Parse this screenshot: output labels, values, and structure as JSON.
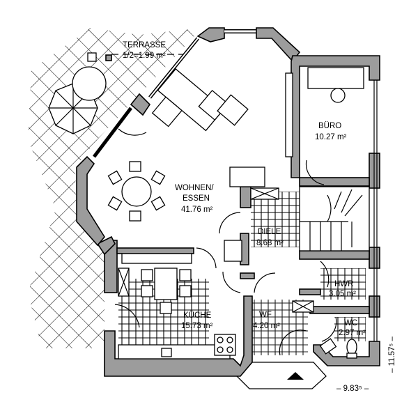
{
  "plan": {
    "rooms": [
      {
        "id": "terrasse",
        "name": "TERRASSE",
        "area": "1/2=1.99 m²"
      },
      {
        "id": "wohnen",
        "name": "WOHNEN/",
        "name2": "ESSEN",
        "area": "41.76 m²"
      },
      {
        "id": "buero",
        "name": "BÜRO",
        "area": "10.27 m²"
      },
      {
        "id": "diele",
        "name": "DIELE",
        "area": "8.68 m²"
      },
      {
        "id": "hwr",
        "name": "HWR",
        "area": "3.05 m²"
      },
      {
        "id": "kueche",
        "name": "KÜCHE",
        "area": "15.73 m²"
      },
      {
        "id": "wf",
        "name": "WF",
        "area": "4.20 m²"
      },
      {
        "id": "wc",
        "name": "WC",
        "area": "2.97 m²"
      }
    ],
    "dimensions": {
      "width": "– 9.83⁵ –",
      "depth": "– 11.57⁵ –"
    },
    "colors": {
      "wall": "#9c9c9c",
      "line": "#000000"
    }
  }
}
